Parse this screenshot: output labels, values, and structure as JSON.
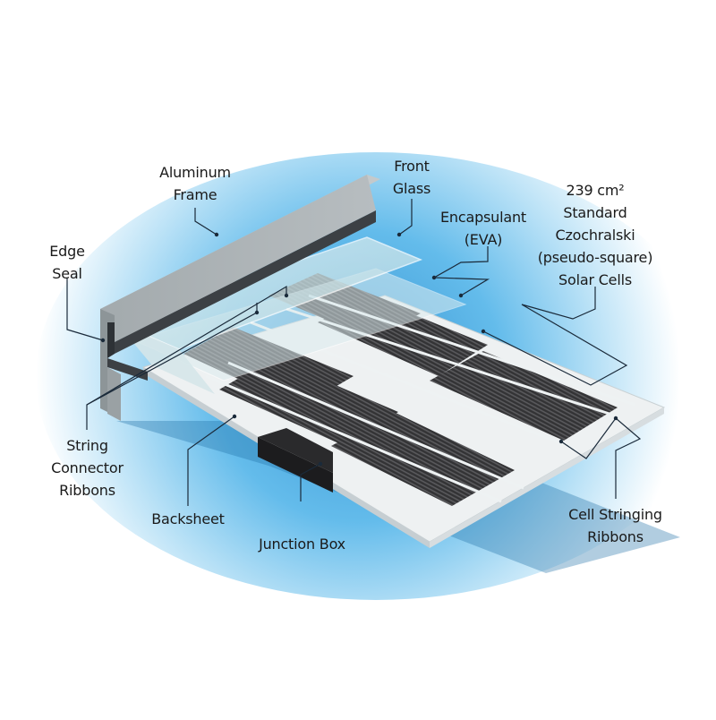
{
  "diagram": {
    "type": "exploded-isometric-cross-section",
    "subject": "crystalline silicon solar panel",
    "labels": [
      {
        "id": "aluminum-frame",
        "lines": [
          "Aluminum",
          "Frame"
        ]
      },
      {
        "id": "front-glass",
        "lines": [
          "Front",
          "Glass"
        ]
      },
      {
        "id": "encapsulant",
        "lines": [
          "Encapsulant",
          "(EVA)"
        ]
      },
      {
        "id": "solar-cells",
        "lines": [
          "239 cm²",
          "Standard",
          "Czochralski",
          "(pseudo-square)",
          "Solar Cells"
        ]
      },
      {
        "id": "edge-seal",
        "lines": [
          "Edge",
          "Seal"
        ]
      },
      {
        "id": "string-connector-ribbons",
        "lines": [
          "String",
          "Connector",
          "Ribbons"
        ]
      },
      {
        "id": "backsheet",
        "lines": [
          "Backsheet"
        ]
      },
      {
        "id": "junction-box",
        "lines": [
          "Junction Box"
        ]
      },
      {
        "id": "cell-stringing-ribbons",
        "lines": [
          "Cell Stringing",
          "Ribbons"
        ]
      }
    ],
    "colors": {
      "background": "#ffffff",
      "sky_glow": "#4fb3e8",
      "frame": "#a9b0b3",
      "frame_dark": "#3c4044",
      "glass": "#cfe6ea",
      "cell": "#3b3b3d",
      "ribbon": "#e8ecee",
      "backsheet": "#e9ecee",
      "junction_box": "#1c1c1e",
      "leader_line": "#1a2a3a"
    }
  }
}
